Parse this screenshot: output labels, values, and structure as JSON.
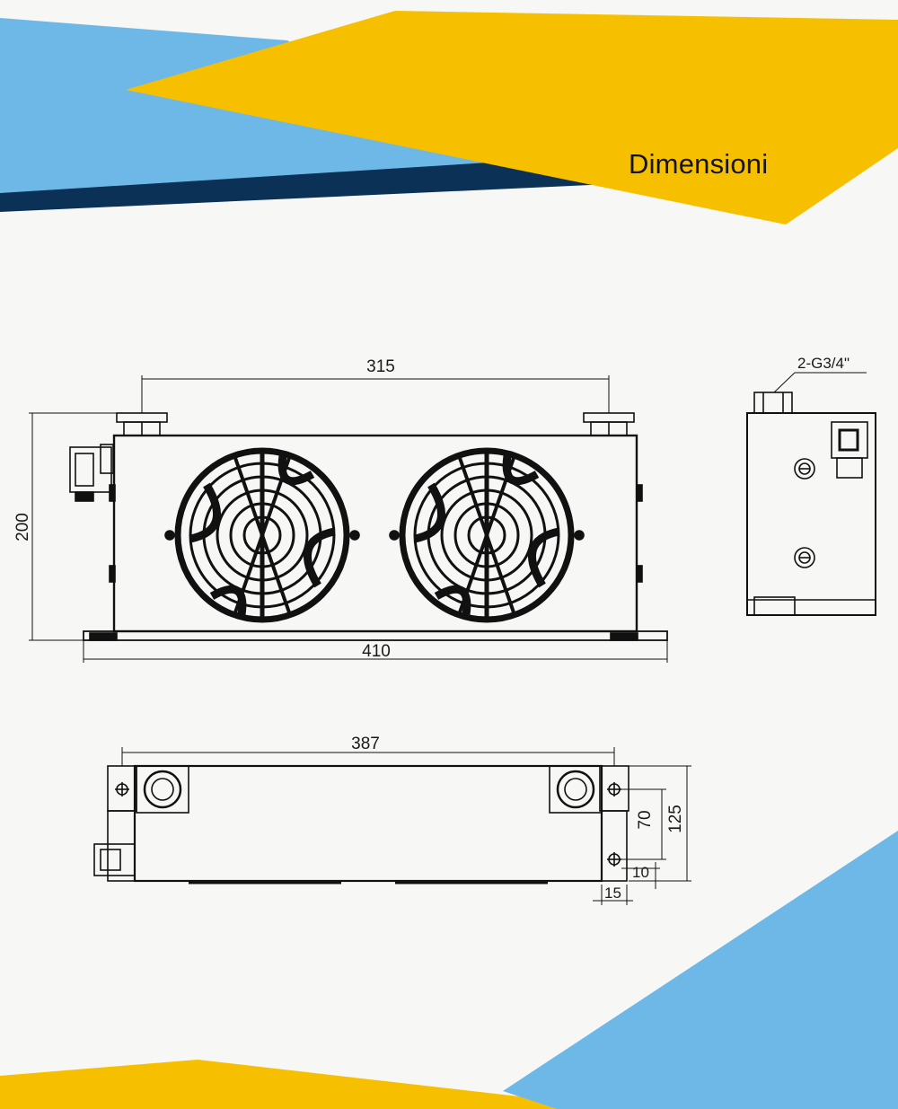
{
  "page": {
    "title": "Dimensioni",
    "colors": {
      "yellow": "#f6c000",
      "blue": "#6db8e6",
      "navy": "#0b3157",
      "line": "#111111"
    }
  },
  "front_view": {
    "dim_port_spacing": "315",
    "dim_height": "200",
    "dim_base_length": "410"
  },
  "side_view": {
    "port_label": "2-G3/4\""
  },
  "top_view": {
    "dim_length": "387",
    "dim_depth": "125",
    "dim_mount_height": "70",
    "dim_offset_v": "10",
    "dim_offset_h": "15"
  }
}
